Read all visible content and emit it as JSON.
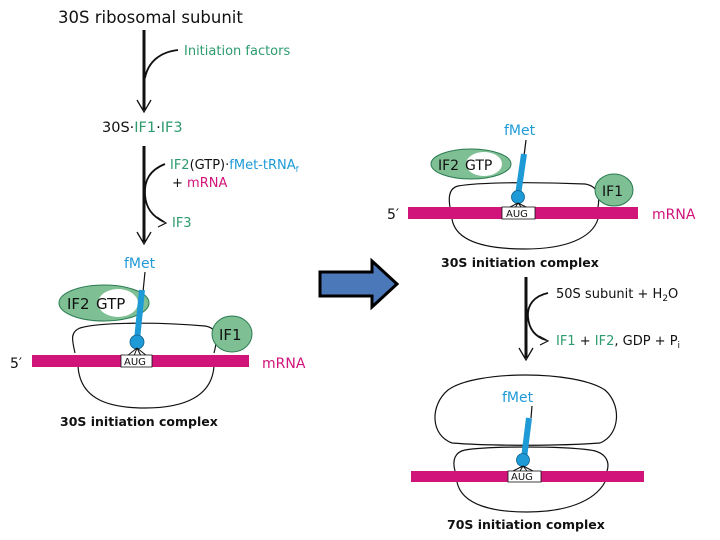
{
  "colors": {
    "green": "#2e9b6e",
    "blue": "#1e9ad6",
    "magenta": "#d0147a",
    "black": "#111111",
    "factor_fill": "#7fbf94",
    "arrow_fill": "#4a78b8"
  },
  "left": {
    "title": "30S ribosomal subunit",
    "step1_input": "Initiation factors",
    "complex1_prefix": "30S·",
    "complex1_if1": "IF1",
    "complex1_dot": "·",
    "complex1_if3": "IF3",
    "step2_if2": "IF2",
    "step2_gtp": "(GTP)",
    "step2_dot": "·",
    "step2_trna": "fMet-tRNA",
    "step2_trna_sub": "f",
    "step2_plus": "+ ",
    "step2_mrna": "mRNA",
    "step2_release": "IF3",
    "diagram": {
      "fmet": "fMet",
      "if2": "IF2",
      "gtp": "GTP",
      "if1": "IF1",
      "five_prime": "5′",
      "codon": "AUG",
      "mrna": "mRNA",
      "caption": "30S initiation complex"
    }
  },
  "right": {
    "top": {
      "fmet": "fMet",
      "if2": "IF2",
      "gtp": "GTP",
      "if1": "IF1",
      "five_prime": "5′",
      "codon": "AUG",
      "mrna": "mRNA",
      "caption": "30S initiation complex"
    },
    "step_input": "50S subunit + H",
    "step_input_sub": "2",
    "step_input_tail": "O",
    "step_release_if1": "IF1",
    "step_release_plus": " + ",
    "step_release_if2": "IF2",
    "step_release_rest": ", GDP + P",
    "step_release_sub": "i",
    "bottom": {
      "fmet": "fMet",
      "codon": "AUG",
      "caption": "70S initiation complex"
    }
  },
  "transition_arrow": "right-arrow-icon"
}
